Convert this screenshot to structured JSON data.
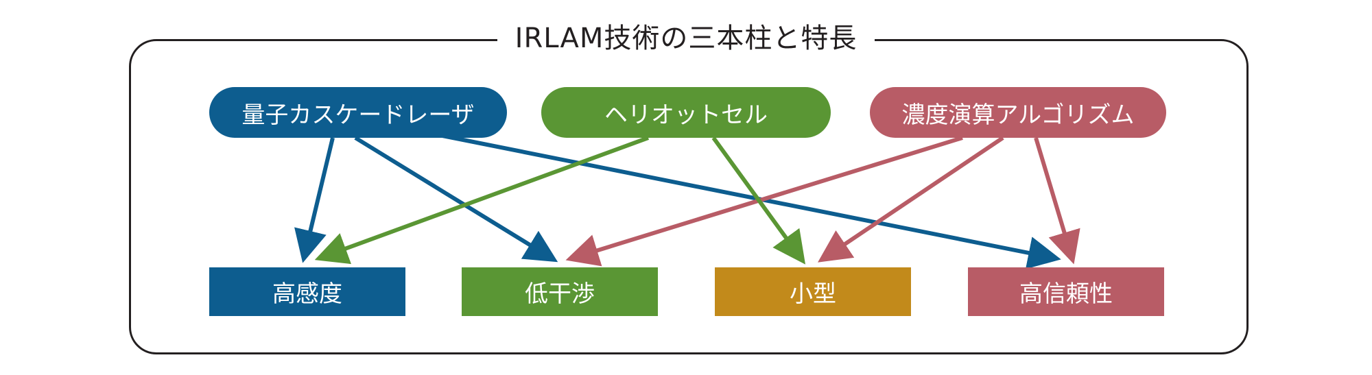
{
  "title": "IRLAM技術の三本柱と特長",
  "pillars": [
    {
      "label": "量子カスケードレーザ",
      "color": "#0d5d8f"
    },
    {
      "label": "ヘリオットセル",
      "color": "#5a9634"
    },
    {
      "label": "濃度演算アルゴリズム",
      "color": "#b85c66"
    }
  ],
  "features": [
    {
      "label": "高感度",
      "color": "#0d5d8f"
    },
    {
      "label": "低干渉",
      "color": "#5a9634"
    },
    {
      "label": "小型",
      "color": "#c28a1b"
    },
    {
      "label": "高信頼性",
      "color": "#b85c66"
    }
  ]
}
